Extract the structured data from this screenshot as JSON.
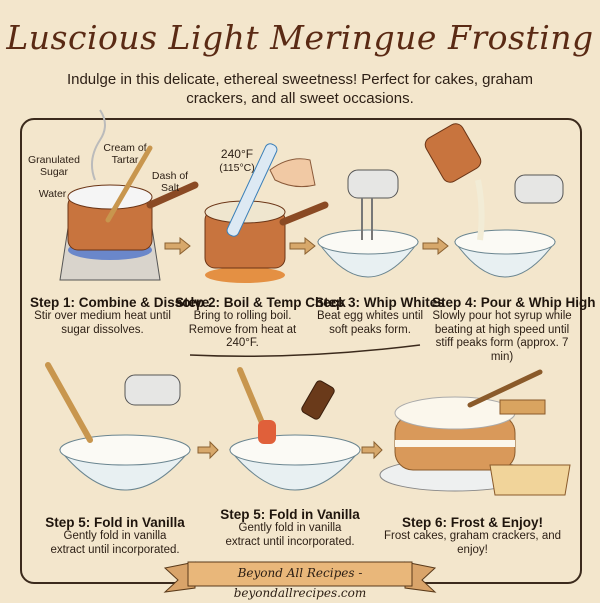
{
  "title": "Luscious Light Meringue Frosting",
  "subtitle": "Indulge in this delicate, ethereal sweetness! Perfect for cakes, graham crackers, and all sweet occasions.",
  "labels": {
    "granulated_sugar": "Granulated Sugar",
    "cream_of_tartar": "Cream of Tartar",
    "dash_of_salt": "Dash of Salt",
    "water": "Water",
    "temp_f": "240°F",
    "temp_c": "(115°C)"
  },
  "steps": [
    {
      "heading": "Step 1: Combine & Dissolve",
      "description": "Stir over medium heat until sugar dissolves."
    },
    {
      "heading": "Step 2: Boil & Temp Check",
      "description": "Bring to rolling boil. Remove from heat at 240°F."
    },
    {
      "heading": "Step 3: Whip Whites",
      "description": "Beat egg whites until soft peaks form."
    },
    {
      "heading": "Step 4: Pour & Whip High",
      "description": "Slowly pour hot syrup while beating at high speed until stiff peaks form (approx. 7 min)"
    },
    {
      "heading": "Step 5: Fold in Vanilla",
      "description": "Gently fold in vanilla extract until incorporated."
    },
    {
      "heading": "Step 5: Fold in Vanilla",
      "description": "Gently fold in vanilla extract until incorporated."
    },
    {
      "heading": "Step 6: Frost & Enjoy!",
      "description": "Frost cakes, graham crackers, and enjoy!"
    }
  ],
  "footer": "Beyond All Recipes - beyondallrecipes.com",
  "colors": {
    "background": "#f3e6cc",
    "title": "#5a2a14",
    "copper": "#c8743e",
    "banner": "#e9b77a"
  }
}
